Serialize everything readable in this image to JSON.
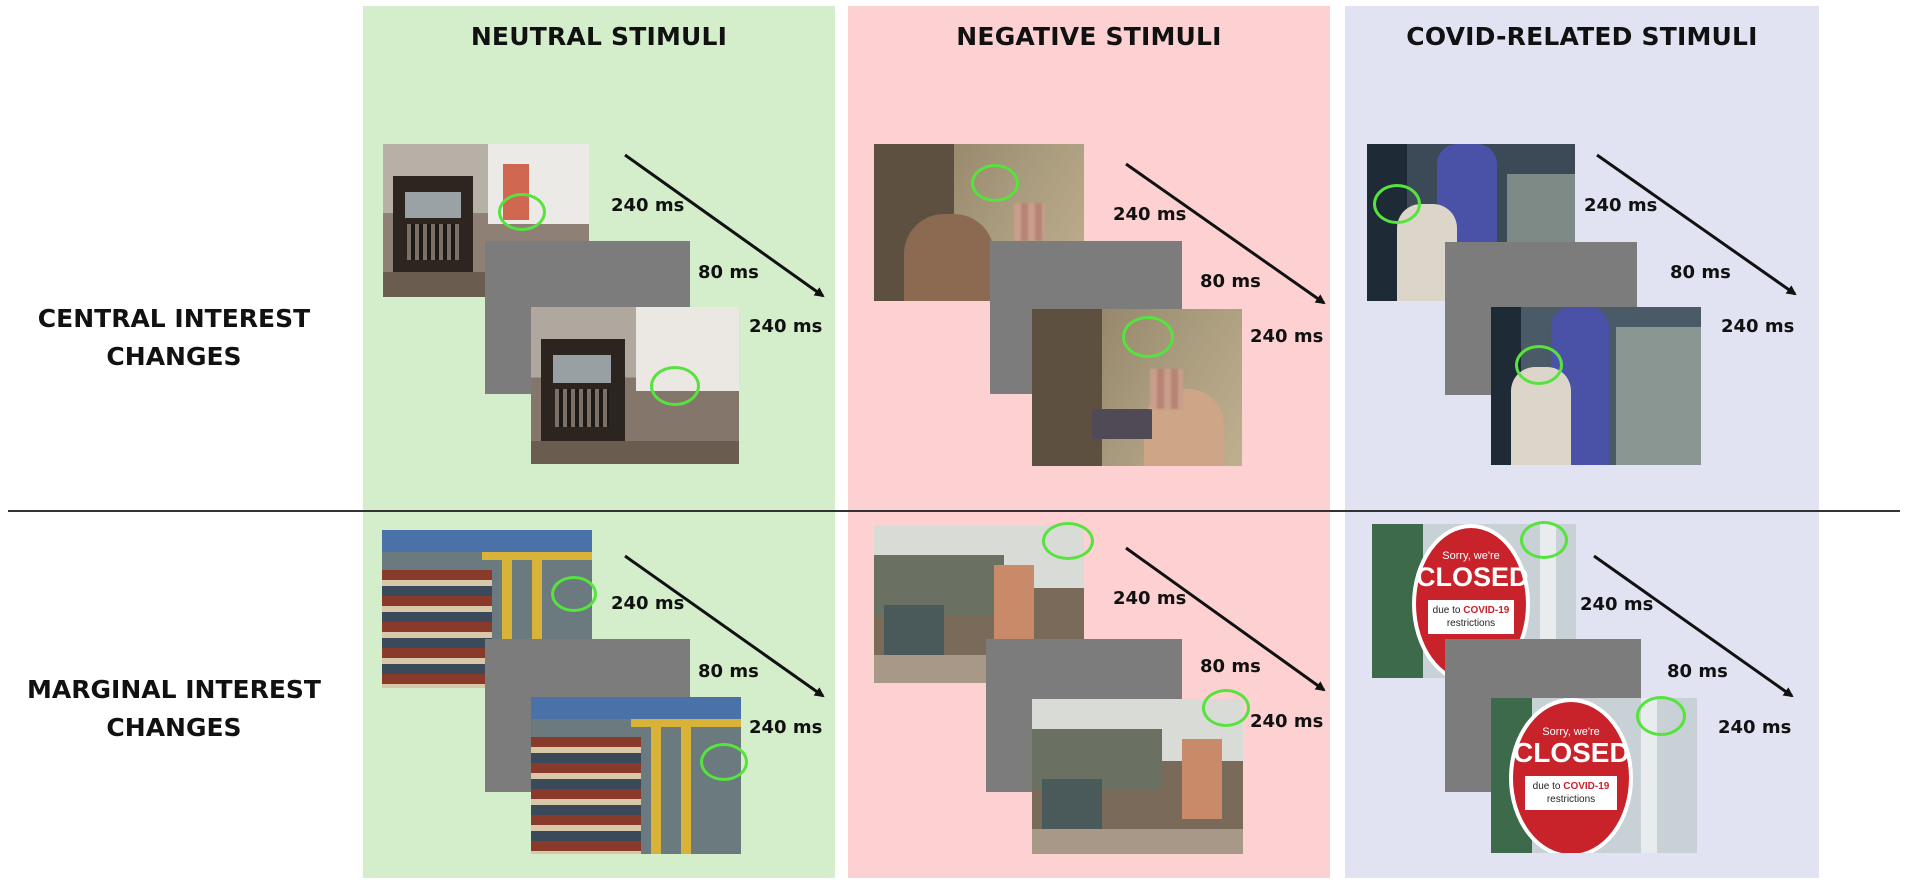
{
  "columns": {
    "neutral": "NEUTRAL STIMULI",
    "negative": "NEGATIVE STIMULI",
    "covid": "COVID-RELATED STIMULI"
  },
  "rows": {
    "central": [
      "CENTRAL INTEREST",
      "CHANGES"
    ],
    "marginal": [
      "MARGINAL INTEREST",
      "CHANGES"
    ]
  },
  "timing": {
    "first": "240 ms",
    "mask": "80 ms",
    "second": "240 ms"
  },
  "sign": {
    "top": "Sorry, we're",
    "main": "CLOSED",
    "bottom1": "due to",
    "covid": "COVID-19",
    "bottom2": "restrictions"
  },
  "colors": {
    "neutral_bg": "#d4eecb",
    "negative_bg": "#fdd1d1",
    "covid_bg": "#e1e3f2",
    "mask_gray": "#7c7c7c",
    "highlight_ring": "#56e33e"
  }
}
